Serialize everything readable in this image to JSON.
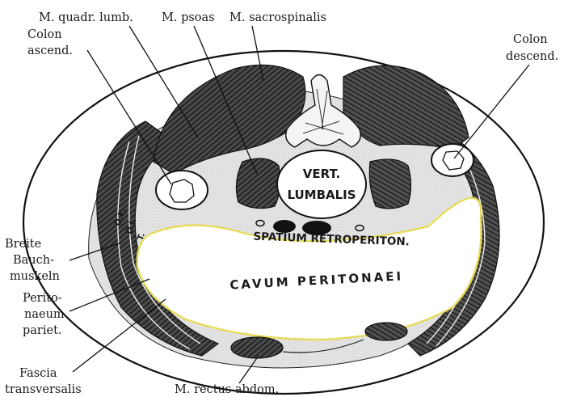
{
  "labels": {
    "m_quadr_lumb": "M. quadr. lumb.",
    "m_psoas": "M. psoas",
    "m_sacrospinalis": "M. sacrospinalis",
    "colon_ascend_1": "Colon",
    "colon_ascend_2": "ascend.",
    "colon_descend_1": "Colon",
    "colon_descend_2": "descend.",
    "breite_1": "Breite",
    "breite_2": "Bauch-",
    "breite_3": "muskeln",
    "peritoneum_1": "Perito-",
    "peritoneum_2": "naeum",
    "peritoneum_3": "pariet.",
    "fascia_1": "Fascia",
    "fascia_2": "transversalis",
    "m_rectus": "M. rectus abdom."
  },
  "inner_text": {
    "vert_1": "VERT.",
    "vert_2": "LUMBALIS",
    "spatium": "SPATIUM RETROPERITON.",
    "cavum": "CAVUM PERITONAEI",
    "muscle_letters": [
      "O.E.",
      "O.I.",
      "T."
    ]
  },
  "colors": {
    "outline": "#111111",
    "muscle_fill": "#3a3a3a",
    "stipple_fill": "#e4e4e4",
    "peritoneum_line": "#e6dc5a",
    "cavity_fill": "#ffffff"
  }
}
